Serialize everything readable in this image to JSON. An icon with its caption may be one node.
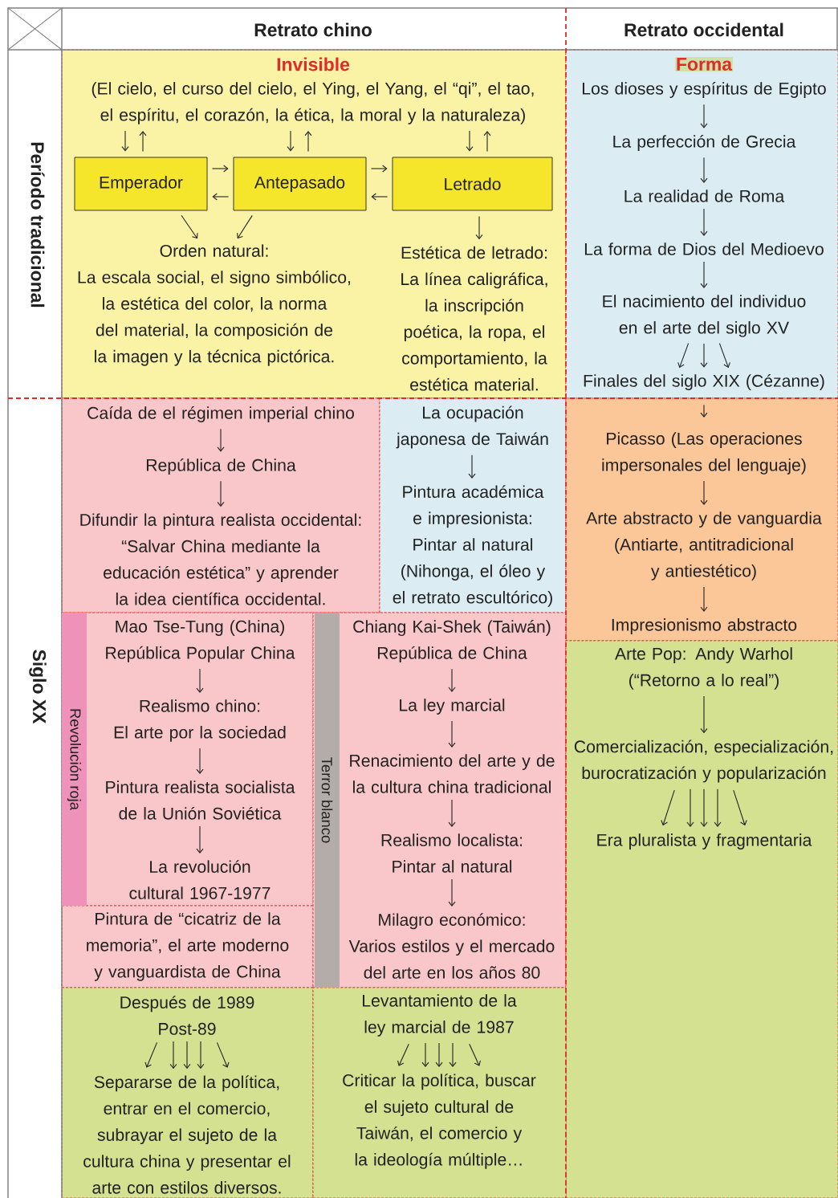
{
  "diagram": {
    "nodes": [
      {
        "text": [
          "Invisible"
        ]
      },
      {
        "text": [
          "(El cielo, el curso del cielo, el Ying, el Yang, el “qi”, el tao, el espíritu, el corazón, la ética, la moral y la naturaleza)"
        ],
        "in": 0
      },
      {
        "text": [
          "Emperador"
        ],
        "in": 0
      },
      {
        "text": [
          "Antepasado"
        ],
        "in": 0
      },
      {
        "text": [
          "Letrado"
        ],
        "in": 0
      },
      {
        "text": [
          "Orden natural:",
          "La escala social, el signo simbólico, la estética del color, la norma del material, la composición de la imagen y la técnica pictórica."
        ],
        "in": 0
      },
      {
        "text": [
          "Estética de letrado:",
          "La línea caligráfica, la inscripción poética, la ropa, el comportamiento, la estética material."
        ],
        "in": 0
      },
      {
        "text": [
          "Forma"
        ]
      },
      {
        "text": [
          "Los dioses y espíritus de Egipto"
        ],
        "in": 7
      },
      {
        "text": [
          "La perfección de Grecia"
        ],
        "in": 7
      },
      {
        "text": [
          "La realidad de Roma"
        ],
        "in": 7
      },
      {
        "text": [
          "La forma de Dios del Medioevo"
        ],
        "in": 7
      },
      {
        "text": [
          "El nacimiento del individuo en el arte del siglo XV"
        ],
        "in": 7
      },
      {
        "text": [
          "Finales del siglo XIX (Cézanne)"
        ],
        "in": 7
      },
      {
        "text": [],
        "shape": "box"
      },
      {
        "text": [
          "Caída de el régimen imperial chino"
        ],
        "in": 14
      },
      {
        "text": [
          "República de China"
        ],
        "in": 14
      },
      {
        "text": [
          "Difundir la pintura realista occidental:",
          "“Salvar China mediante la educación estética” y aprender la idea científica occidental."
        ],
        "in": 14
      },
      {
        "text": [],
        "shape": "box"
      },
      {
        "text": [
          "La ocupación japonesa de Taiwán"
        ],
        "in": 18
      },
      {
        "text": [
          "Pintura académica e impresionista:",
          "Pintar al natural (Nihonga, el óleo y el retrato escultórico)"
        ],
        "in": 18
      },
      {
        "text": [],
        "shape": "box"
      },
      {
        "text": [
          "Picasso (Las operaciones impersonales del lenguaje)"
        ],
        "in": 21
      },
      {
        "text": [
          "Arte abstracto y de vanguardia",
          "(Antiarte, antitradicional y antiestético)"
        ],
        "in": 21
      },
      {
        "text": [
          "Impresionismo abstracto"
        ],
        "in": 21
      },
      {
        "text": [],
        "shape": "box"
      },
      {
        "text": [
          "Revolución roja"
        ],
        "in": 25
      },
      {
        "text": [
          "Mao Tse-Tung (China)",
          "República Popular China"
        ],
        "in": 25
      },
      {
        "text": [
          "Realismo chino:",
          "El arte por la sociedad"
        ],
        "in": 25
      },
      {
        "text": [
          "Pintura realista socialista de la Unión Soviética"
        ],
        "in": 25
      },
      {
        "text": [
          "La revolución cultural 1967-1977"
        ],
        "in": 25
      },
      {
        "text": [
          "Pintura de “cicatriz de la memoria”, el arte moderno y vanguardista de China"
        ]
      },
      {
        "text": [],
        "shape": "box"
      },
      {
        "text": [
          "Terror blanco"
        ],
        "in": 32
      },
      {
        "text": [
          "Chiang Kai-Shek (Taiwán)",
          "República de China"
        ],
        "in": 32
      },
      {
        "text": [
          "La ley marcial"
        ],
        "in": 32
      },
      {
        "text": [
          "Renacimiento del arte y de la cultura china tradicional"
        ],
        "in": 32
      },
      {
        "text": [
          "Realismo localista:",
          "Pintar al natural"
        ],
        "in": 32
      },
      {
        "text": [
          "Milagro económico:",
          "Varios estilos y el mercado del arte en los años 80"
        ],
        "in": 32
      },
      {
        "text": [],
        "shape": "box"
      },
      {
        "text": [
          "Arte Pop: Andy Warhol",
          "(“Retorno a lo real”)"
        ],
        "in": 39
      },
      {
        "text": [
          "Comercialización, especialización, burocratización y popularización"
        ],
        "in": 39
      },
      {
        "text": [
          "Era pluralista y fragmentaria"
        ],
        "in": 39
      },
      {
        "text": [],
        "shape": "box"
      },
      {
        "text": [
          "Después de 1989",
          "Post-89"
        ],
        "in": 43
      },
      {
        "text": [
          "Separarse de la política, entrar en el comercio, subrayar el sujeto de la cultura china y presentar el arte con estilos diversos."
        ],
        "in": 43
      },
      {
        "text": [],
        "shape": "box"
      },
      {
        "text": [
          "Levantamiento de la ley marcial de 1987"
        ],
        "in": 46
      },
      {
        "text": [
          "Criticar la política, buscar el sujeto cultural de Taiwán, el comercio y la ideología múltiple…"
        ],
        "in": 46
      }
    ],
    "edges": [
      {
        "from": 1,
        "to": 2,
        "arrow": "to"
      },
      {
        "from": 2,
        "to": 1,
        "arrow": "to"
      },
      {
        "from": 1,
        "to": 3,
        "arrow": "to"
      },
      {
        "from": 3,
        "to": 1,
        "arrow": "to"
      },
      {
        "from": 1,
        "to": 4,
        "arrow": "to"
      },
      {
        "from": 4,
        "to": 1,
        "arrow": "to"
      },
      {
        "from": 2,
        "to": 3,
        "arrow": "to"
      },
      {
        "from": 3,
        "to": 2,
        "arrow": "to"
      },
      {
        "from": 3,
        "to": 4,
        "arrow": "to"
      },
      {
        "from": 4,
        "to": 3,
        "arrow": "to"
      },
      {
        "from": 2,
        "to": 5,
        "arrow": "to"
      },
      {
        "from": 3,
        "to": 5,
        "arrow": "to"
      },
      {
        "from": 4,
        "to": 6,
        "arrow": "to"
      },
      {
        "from": 8,
        "to": 9,
        "arrow": "to"
      },
      {
        "from": 9,
        "to": 10,
        "arrow": "to"
      },
      {
        "from": 10,
        "to": 11,
        "arrow": "to"
      },
      {
        "from": 11,
        "to": 12,
        "arrow": "to"
      },
      {
        "from": 12,
        "to": 13,
        "arrow": "to"
      },
      {
        "from": 12,
        "to": 13,
        "arrow": "to"
      },
      {
        "from": 12,
        "to": 13,
        "arrow": "to"
      },
      {
        "from": 13,
        "to": 22,
        "arrow": "to"
      },
      {
        "from": 22,
        "to": 23,
        "arrow": "to"
      },
      {
        "from": 23,
        "to": 24,
        "arrow": "to"
      },
      {
        "from": 15,
        "to": 16,
        "arrow": "to"
      },
      {
        "from": 16,
        "to": 17,
        "arrow": "to"
      },
      {
        "from": 19,
        "to": 20,
        "arrow": "to"
      },
      {
        "from": 27,
        "to": 28,
        "arrow": "to"
      },
      {
        "from": 28,
        "to": 29,
        "arrow": "to"
      },
      {
        "from": 29,
        "to": 30,
        "arrow": "to"
      },
      {
        "from": 34,
        "to": 35,
        "arrow": "to"
      },
      {
        "from": 35,
        "to": 36,
        "arrow": "to"
      },
      {
        "from": 36,
        "to": 37,
        "arrow": "to"
      },
      {
        "from": 37,
        "to": 38,
        "arrow": "to"
      },
      {
        "from": 40,
        "to": 41,
        "arrow": "to"
      },
      {
        "from": 41,
        "to": 42,
        "arrow": "to"
      },
      {
        "from": 41,
        "to": 42,
        "arrow": "to"
      },
      {
        "from": 41,
        "to": 42,
        "arrow": "to"
      },
      {
        "from": 41,
        "to": 42,
        "arrow": "to"
      },
      {
        "from": 41,
        "to": 42,
        "arrow": "to"
      },
      {
        "from": 44,
        "to": 45,
        "arrow": "to"
      },
      {
        "from": 44,
        "to": 45,
        "arrow": "to"
      },
      {
        "from": 44,
        "to": 45,
        "arrow": "to"
      },
      {
        "from": 44,
        "to": 45,
        "arrow": "to"
      },
      {
        "from": 44,
        "to": 45,
        "arrow": "to"
      },
      {
        "from": 47,
        "to": 48,
        "arrow": "to"
      },
      {
        "from": 47,
        "to": 48,
        "arrow": "to"
      },
      {
        "from": 47,
        "to": 48,
        "arrow": "to"
      },
      {
        "from": 47,
        "to": 48,
        "arrow": "to"
      },
      {
        "from": 47,
        "to": 48,
        "arrow": "to"
      }
    ],
    "labels": [
      "Retrato chino",
      "Retrato occidental",
      "Período tradicional",
      "Siglo XX"
    ]
  }
}
